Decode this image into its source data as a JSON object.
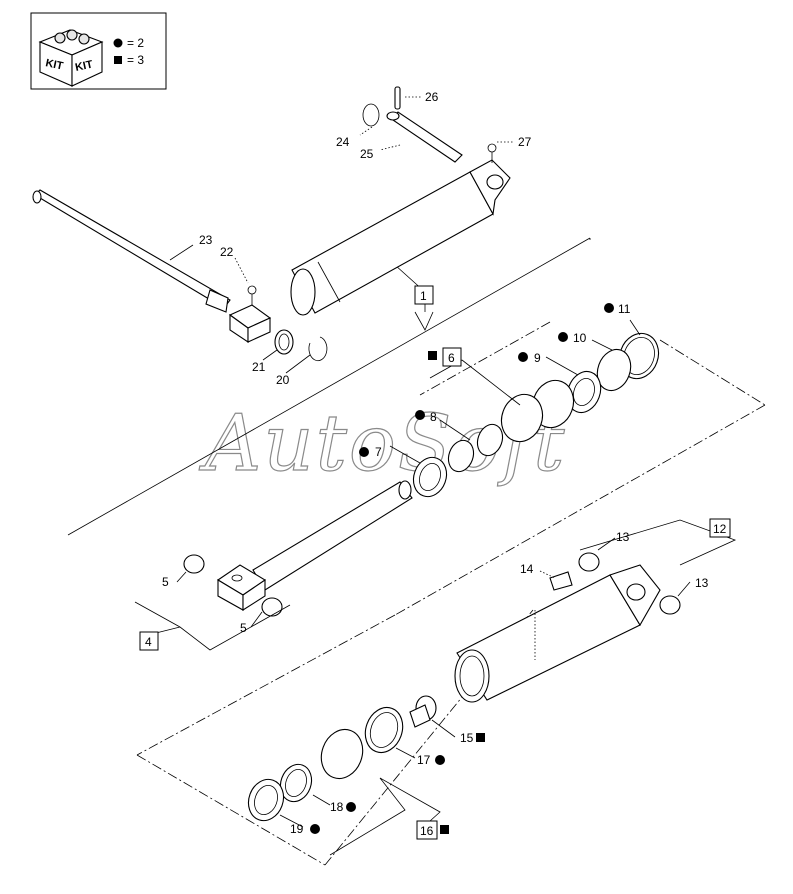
{
  "watermark": "AutoSoft",
  "kit_legend": {
    "kit_label": "KIT",
    "circle_symbol_label": "= 2",
    "square_symbol_label": "= 3"
  },
  "callouts": {
    "c1": "1",
    "c4": "4",
    "c5a": "5",
    "c5b": "5",
    "c6": "6",
    "c7": "7",
    "c8": "8",
    "c9": "9",
    "c10": "10",
    "c11": "11",
    "c12": "12",
    "c13a": "13",
    "c13b": "13",
    "c14": "14",
    "c15": "15",
    "c16": "16",
    "c17": "17",
    "c18": "18",
    "c19": "19",
    "c20": "20",
    "c21": "21",
    "c22": "22",
    "c23": "23",
    "c24": "24",
    "c25": "25",
    "c26": "26",
    "c27": "27"
  }
}
